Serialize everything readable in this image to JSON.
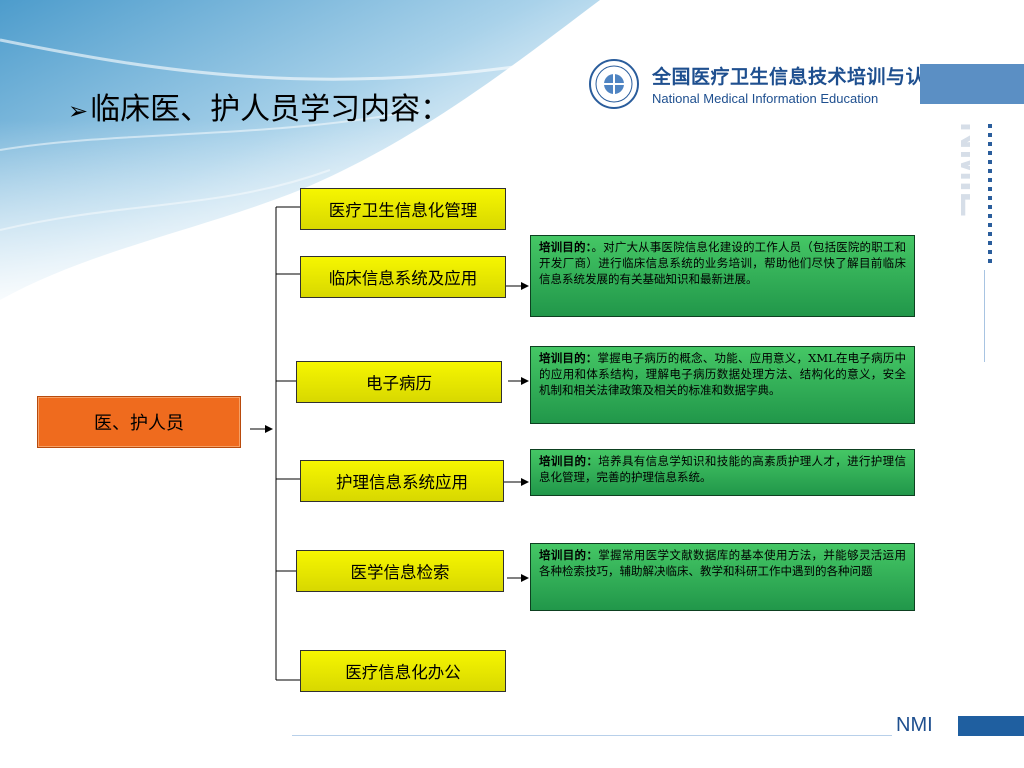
{
  "header": {
    "arrow": "➢",
    "title": "临床医、护人员学习内容：",
    "org_cn": "全国医疗卫生信息技术培训与认证",
    "org_en": "National Medical Information Education",
    "side_logo": "NMIE",
    "bottom_logo": "NMI"
  },
  "diagram": {
    "root": "医、护人员",
    "topics": [
      "医疗卫生信息化管理",
      "临床信息系统及应用",
      "电子病历",
      "护理信息系统应用",
      "医学信息检索",
      "医疗信息化办公"
    ],
    "goal_label": "培训目的：",
    "goals": [
      "。对广大从事医院信息化建设的工作人员（包括医院的职工和开发厂商）进行临床信息系统的业务培训，帮助他们尽快了解目前临床信息系统发展的有关基础知识和最新进展。",
      "掌握电子病历的概念、功能、应用意义，XML在电子病历中的应用和体系结构，理解电子病历数据处理方法、结构化的意义，安全机制和相关法律政策及相关的标准和数据字典。",
      "培养具有信息学知识和技能的高素质护理人才，进行护理信息化管理，完善的护理信息系统。",
      "掌握常用医学文献数据库的基本使用方法，并能够灵活运用各种检索技巧，辅助解决临床、教学和科研工作中遇到的各种问题"
    ]
  },
  "colors": {
    "root_fill": "#ef6b1e",
    "topic_fill": "#f0f000",
    "goal_fill": "#2fa84f",
    "brand_blue": "#1e4f8f"
  }
}
